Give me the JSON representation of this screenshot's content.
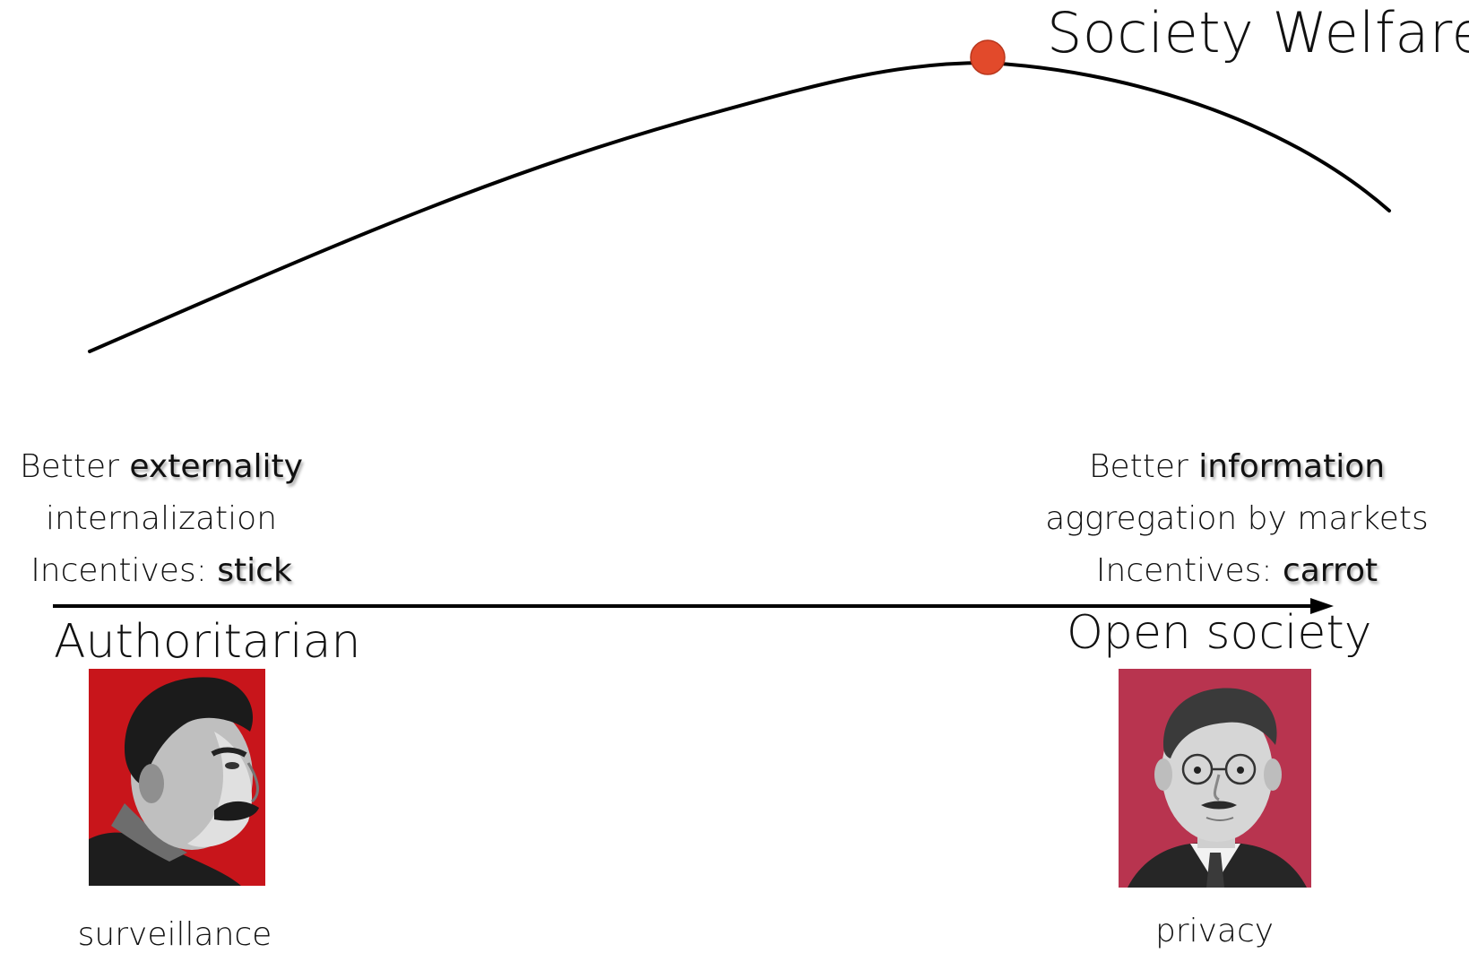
{
  "title": "Society Welfare",
  "colors": {
    "curve": "#000000",
    "peak_marker": "#e24a2b",
    "axis": "#000000",
    "left_portrait_bg": "#c8151b",
    "right_portrait_bg": "#b8344f"
  },
  "left": {
    "line1_prefix": "Better ",
    "line1_highlight": "externality",
    "line2": "internalization",
    "line3_prefix": "Incentives: ",
    "line3_highlight": "stick",
    "pole_label": "Authoritarian",
    "caption": "surveillance",
    "portrait_icon": "portrait-mustached-man-red-background"
  },
  "right": {
    "line1_prefix": "Better ",
    "line1_highlight": "information",
    "line2": "aggregation by markets",
    "line3_prefix": "Incentives: ",
    "line3_highlight": "carrot",
    "pole_label": "Open society",
    "caption": "privacy",
    "portrait_icon": "portrait-man-glasses-red-background"
  },
  "axis": {
    "direction": "left-to-right",
    "arrow_icon": "arrowhead-right-icon"
  }
}
